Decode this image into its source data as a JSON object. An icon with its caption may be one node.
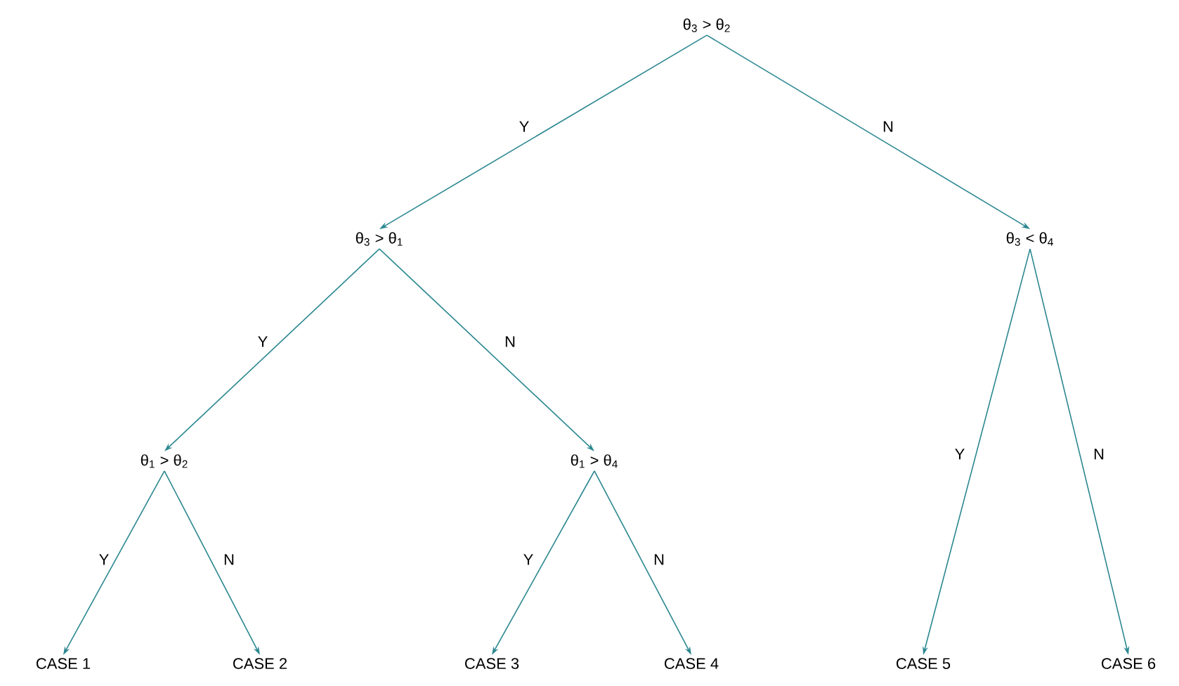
{
  "diagram": {
    "nodes": [
      {
        "text": [
          "θ$_{3}$ > θ$_{2}$"
        ]
      },
      {
        "text": [
          "θ$_{3}$ > θ$_{1}$"
        ]
      },
      {
        "text": [
          "θ$_{3}$ < θ$_{4}$"
        ]
      },
      {
        "text": [
          "θ$_{1}$ > θ$_{2}$"
        ]
      },
      {
        "text": [
          "θ$_{1}$ > θ$_{4}$"
        ]
      },
      {
        "text": [
          "CASE 1"
        ]
      },
      {
        "text": [
          "CASE 2"
        ]
      },
      {
        "text": [
          "CASE 3"
        ]
      },
      {
        "text": [
          "CASE 4"
        ]
      },
      {
        "text": [
          "CASE 5"
        ]
      },
      {
        "text": [
          "CASE 6"
        ]
      }
    ],
    "edges": [
      {
        "from": 0,
        "to": 1,
        "arrow": "to",
        "label": "Y",
        "color": "#2b8790"
      },
      {
        "from": 0,
        "to": 2,
        "arrow": "to",
        "label": "N",
        "color": "#2b8790"
      },
      {
        "from": 1,
        "to": 3,
        "arrow": "to",
        "label": "Y",
        "color": "#2b8790"
      },
      {
        "from": 1,
        "to": 4,
        "arrow": "to",
        "label": "N",
        "color": "#2b8790"
      },
      {
        "from": 3,
        "to": 5,
        "arrow": "to",
        "label": "Y",
        "color": "#2b8790"
      },
      {
        "from": 3,
        "to": 6,
        "arrow": "to",
        "label": "N",
        "color": "#2b8790"
      },
      {
        "from": 4,
        "to": 7,
        "arrow": "to",
        "label": "Y",
        "color": "#2b8790"
      },
      {
        "from": 4,
        "to": 8,
        "arrow": "to",
        "label": "N",
        "color": "#2b8790"
      },
      {
        "from": 2,
        "to": 9,
        "arrow": "to",
        "label": "Y",
        "color": "#2b8790"
      },
      {
        "from": 2,
        "to": 10,
        "arrow": "to",
        "label": "N",
        "color": "#2b8790"
      }
    ]
  }
}
